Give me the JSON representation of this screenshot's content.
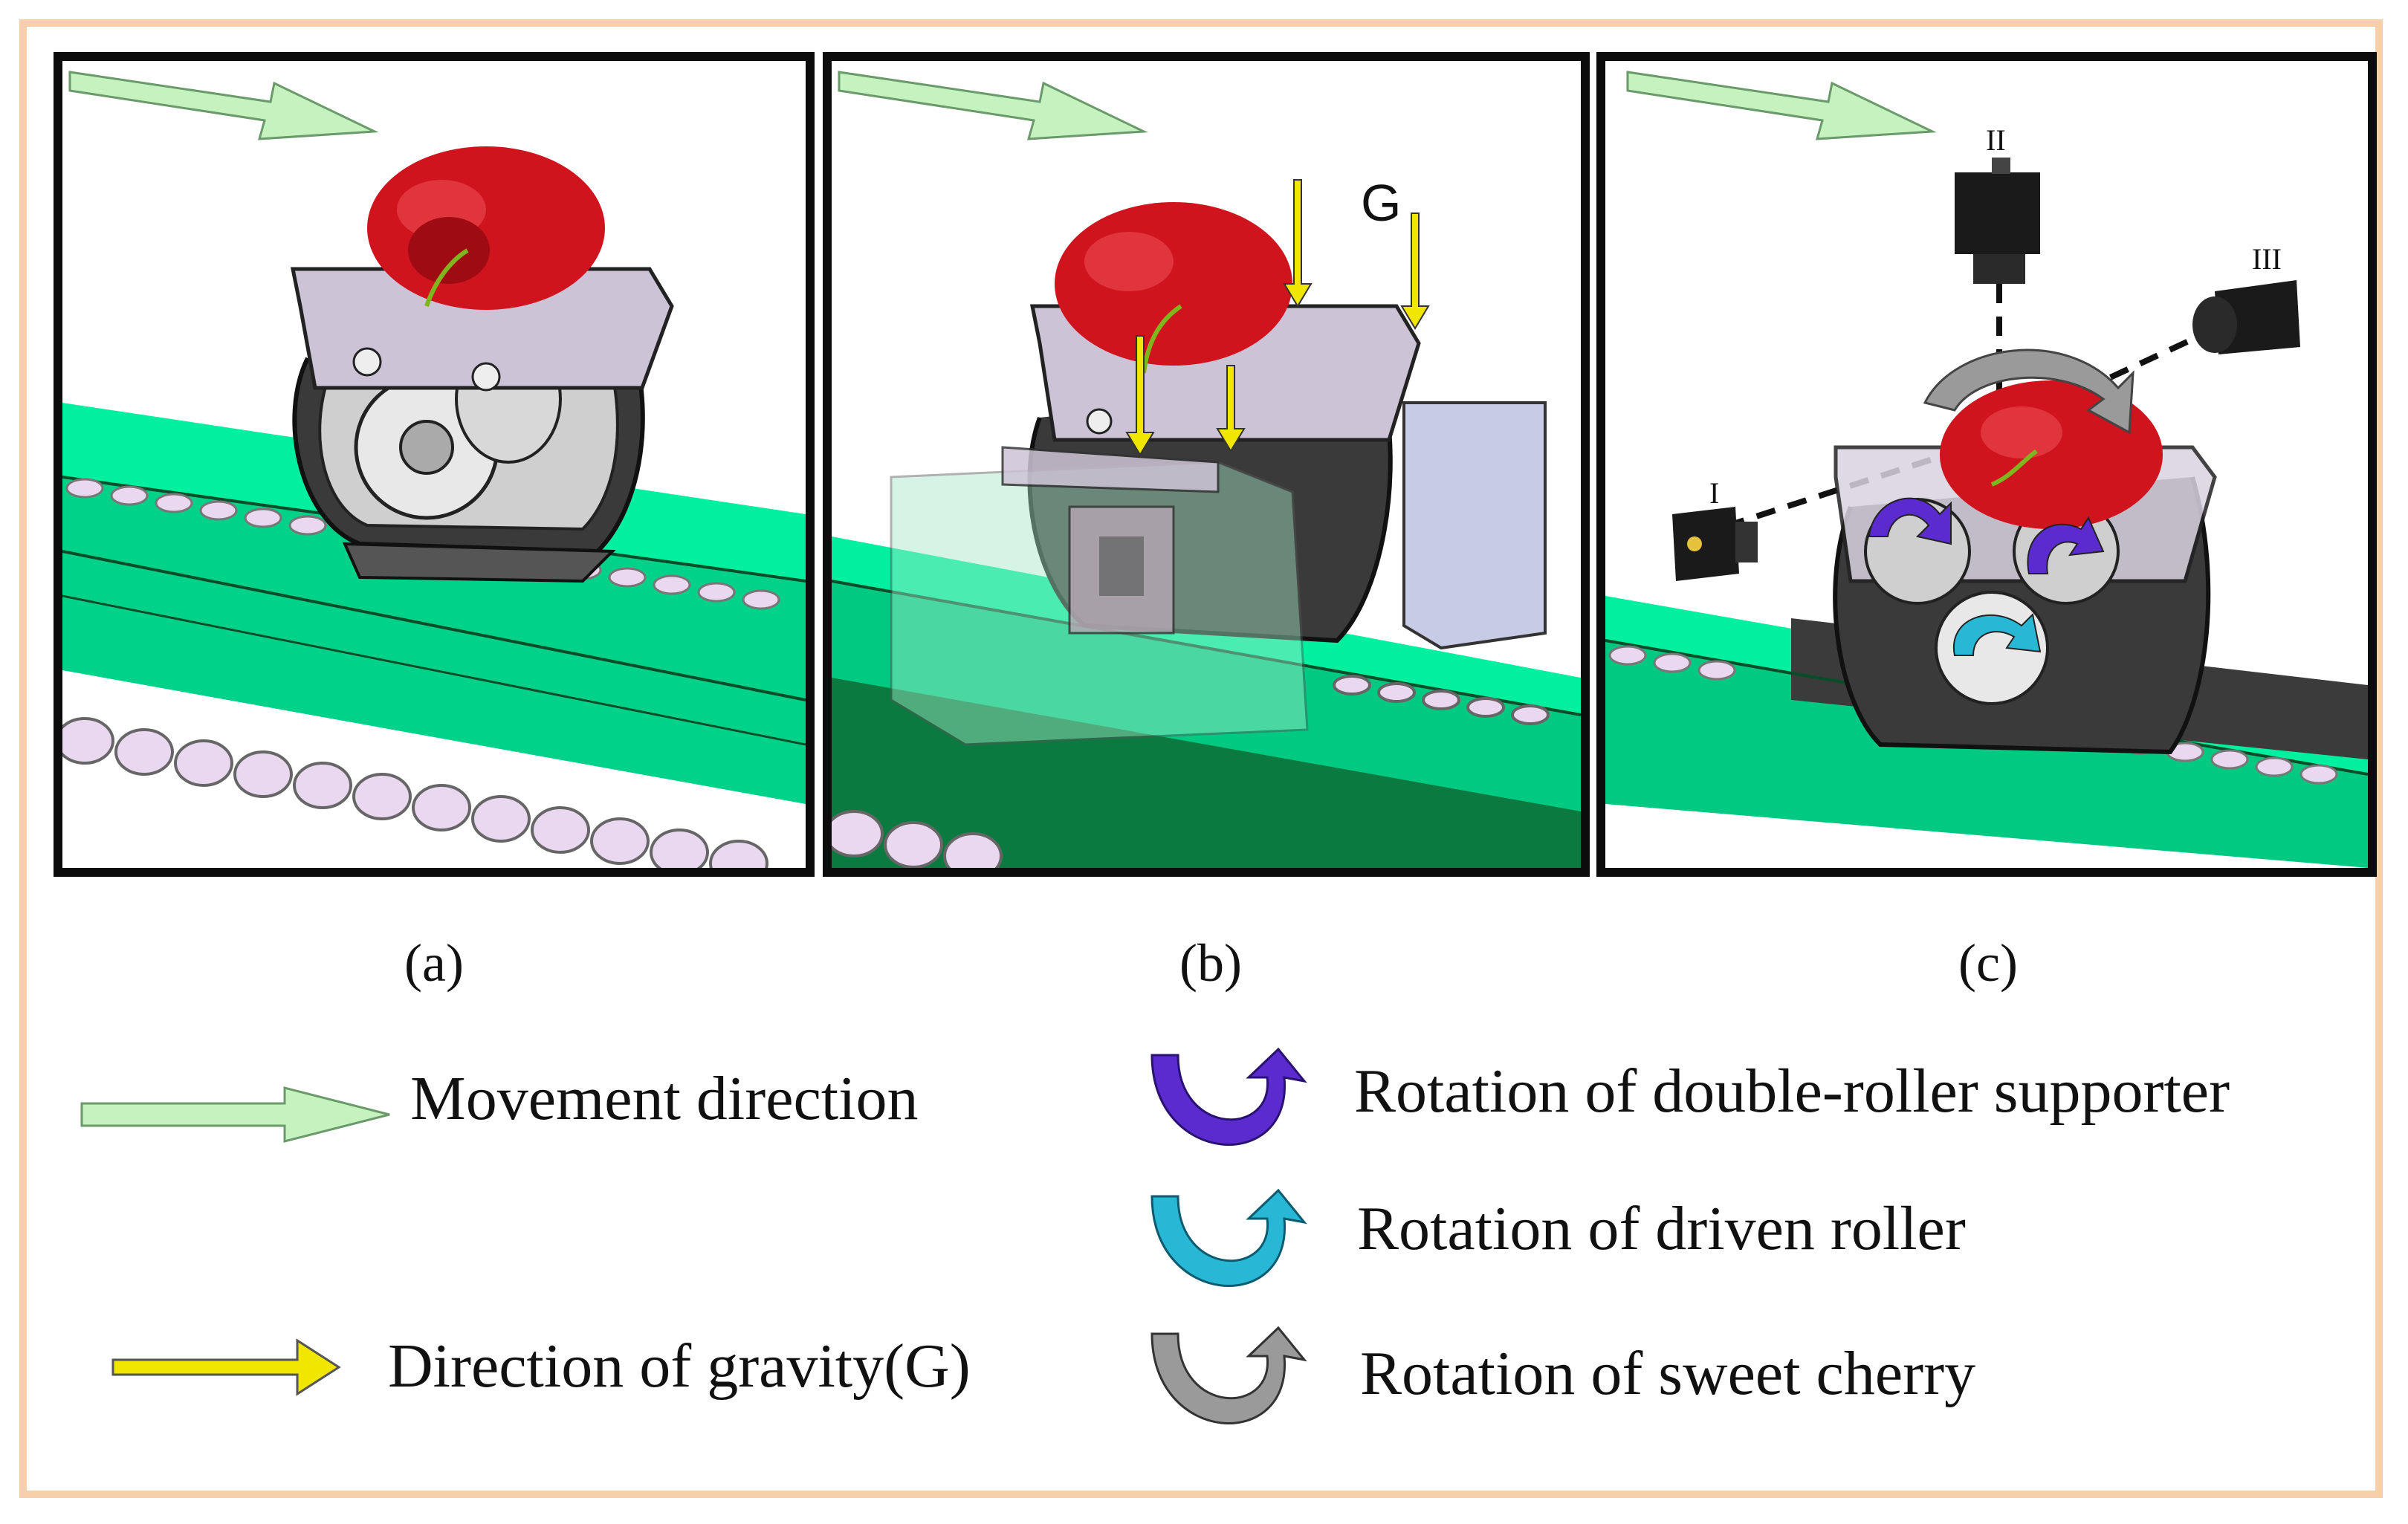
{
  "panels": [
    {
      "caption": "(a)"
    },
    {
      "caption": "(b)",
      "force_label": "G"
    },
    {
      "caption": "(c)",
      "cameras": [
        "I",
        "II",
        "III"
      ]
    }
  ],
  "legend": {
    "movement": "Movement direction",
    "gravity": "Direction of gravity(G)",
    "double_roller": "Rotation of double-roller supporter",
    "driven_roller": "Rotation of driven roller",
    "cherry": "Rotation of sweet cherry"
  },
  "colors": {
    "border": "#f8cfab",
    "rail": "#00f0a0",
    "rail_dark": "#057a3c",
    "cherry": "#d0141e",
    "movement_arrow": "#c6f2c0",
    "gravity_arrow": "#f0e600",
    "double_roller_arrow": "#5b2bd0",
    "driven_roller_arrow": "#29b7d6",
    "cherry_arrow": "#9a9a9a",
    "chain": "#ead8f0"
  }
}
